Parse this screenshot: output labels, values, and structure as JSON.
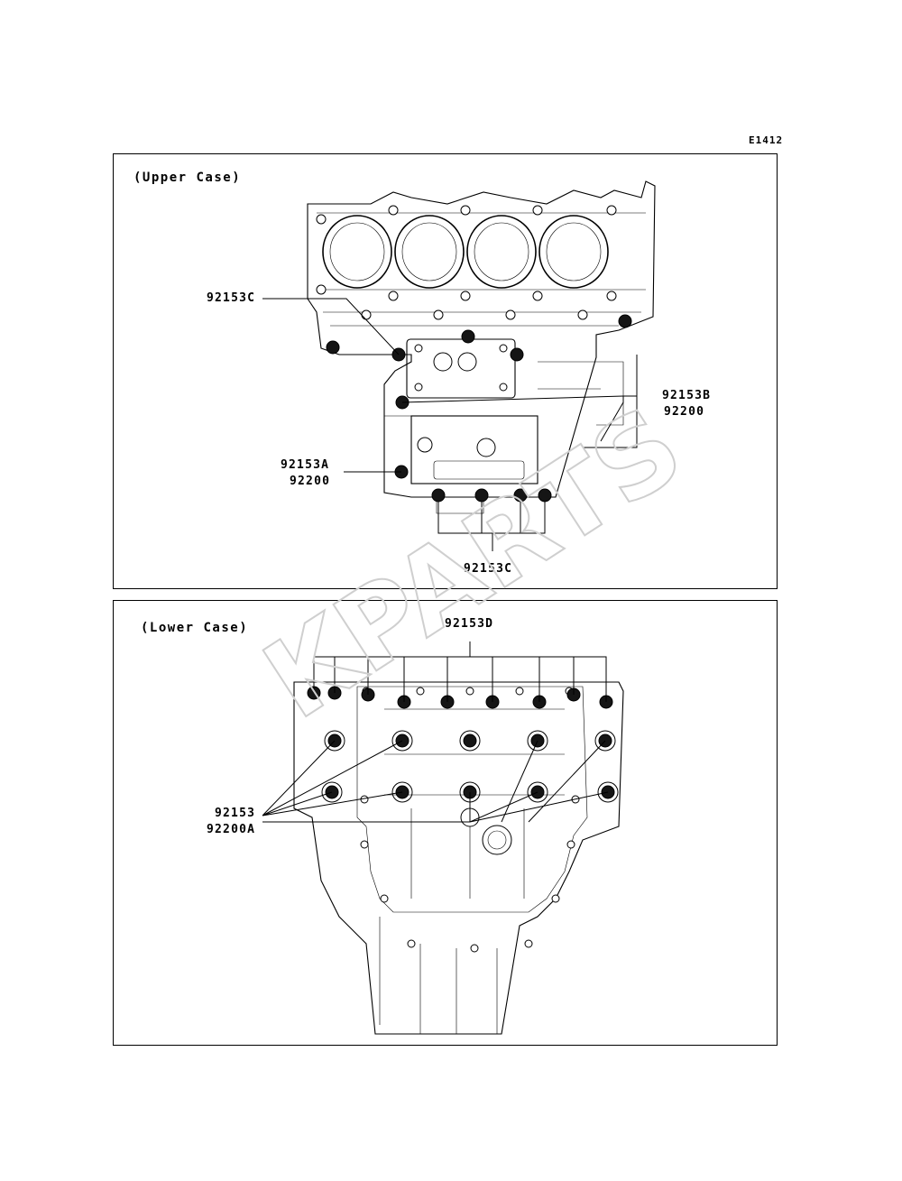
{
  "figure_id": "E1412",
  "upper_case": {
    "title": "(Upper Case)",
    "labels": {
      "bolt_c_top": "92153C",
      "bolt_b": "92153B",
      "gasket_b": "92200",
      "bolt_a": "92153A",
      "gasket_a": "92200",
      "bolt_c_bottom": "92153C"
    }
  },
  "lower_case": {
    "title": "(Lower Case)",
    "labels": {
      "bolt_d": "92153D",
      "bolt": "92153",
      "gasket": "92200A"
    }
  },
  "watermark": "KPARTS"
}
